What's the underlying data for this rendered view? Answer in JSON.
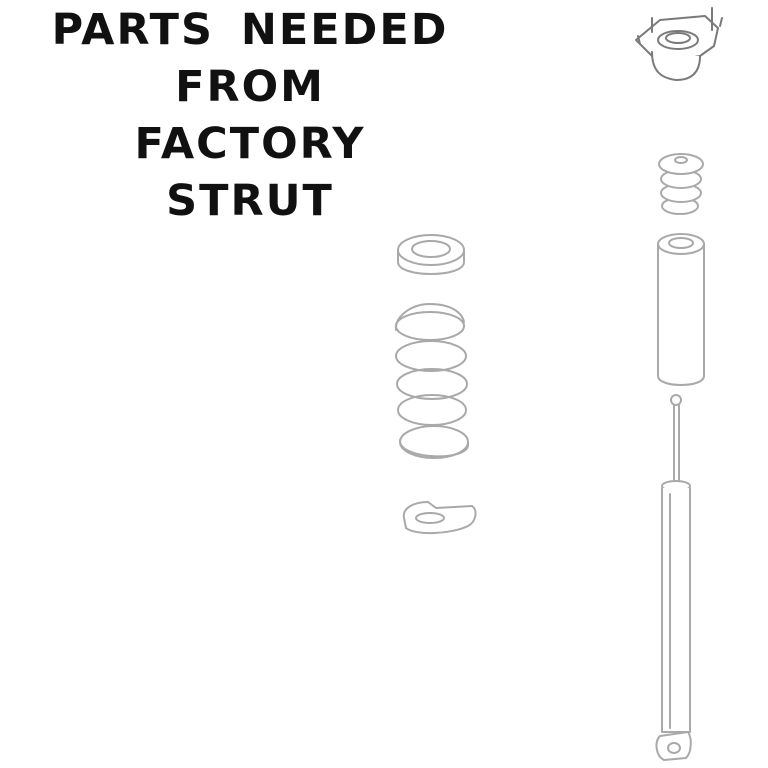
{
  "heading": {
    "lines": [
      "PARTS  NEEDED",
      "FROM",
      "FACTORY",
      "STRUT"
    ]
  },
  "parts": [
    {
      "name": "strut-mount"
    },
    {
      "name": "bump-stop"
    },
    {
      "name": "dust-boot"
    },
    {
      "name": "upper-spring-seat"
    },
    {
      "name": "coil-spring"
    },
    {
      "name": "lower-spring-isolator"
    },
    {
      "name": "shock-absorber"
    }
  ],
  "colors": {
    "background": "#ffffff",
    "text": "#111111",
    "line_art": "#a9a9a9"
  }
}
